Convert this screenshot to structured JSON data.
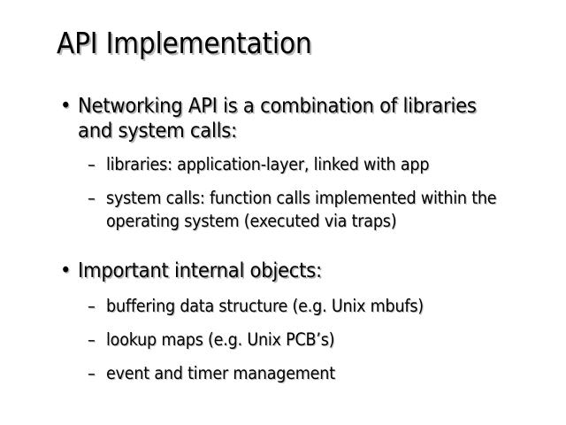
{
  "slide": {
    "title": "API Implementation",
    "background_color": "#ffffff",
    "text_color": "#000000",
    "shadow_color": "#b9b9b9",
    "markers": {
      "level1": "•",
      "level2": "–"
    },
    "bullets": [
      {
        "level": 1,
        "marker": "•",
        "text": "Networking API is a combination of libraries and system calls:"
      },
      {
        "level": 2,
        "marker": "–",
        "text": "libraries: application-layer, linked with app"
      },
      {
        "level": 2,
        "marker": "–",
        "text": "system calls: function calls implemented within the operating system (executed via traps)"
      },
      {
        "level": 1,
        "marker": "•",
        "text": "Important internal objects:"
      },
      {
        "level": 2,
        "marker": "–",
        "text": "buffering data structure (e.g. Unix mbufs)"
      },
      {
        "level": 2,
        "marker": "–",
        "text": "lookup maps (e.g. Unix PCB’s)"
      },
      {
        "level": 2,
        "marker": "–",
        "text": "event and timer management"
      }
    ]
  }
}
